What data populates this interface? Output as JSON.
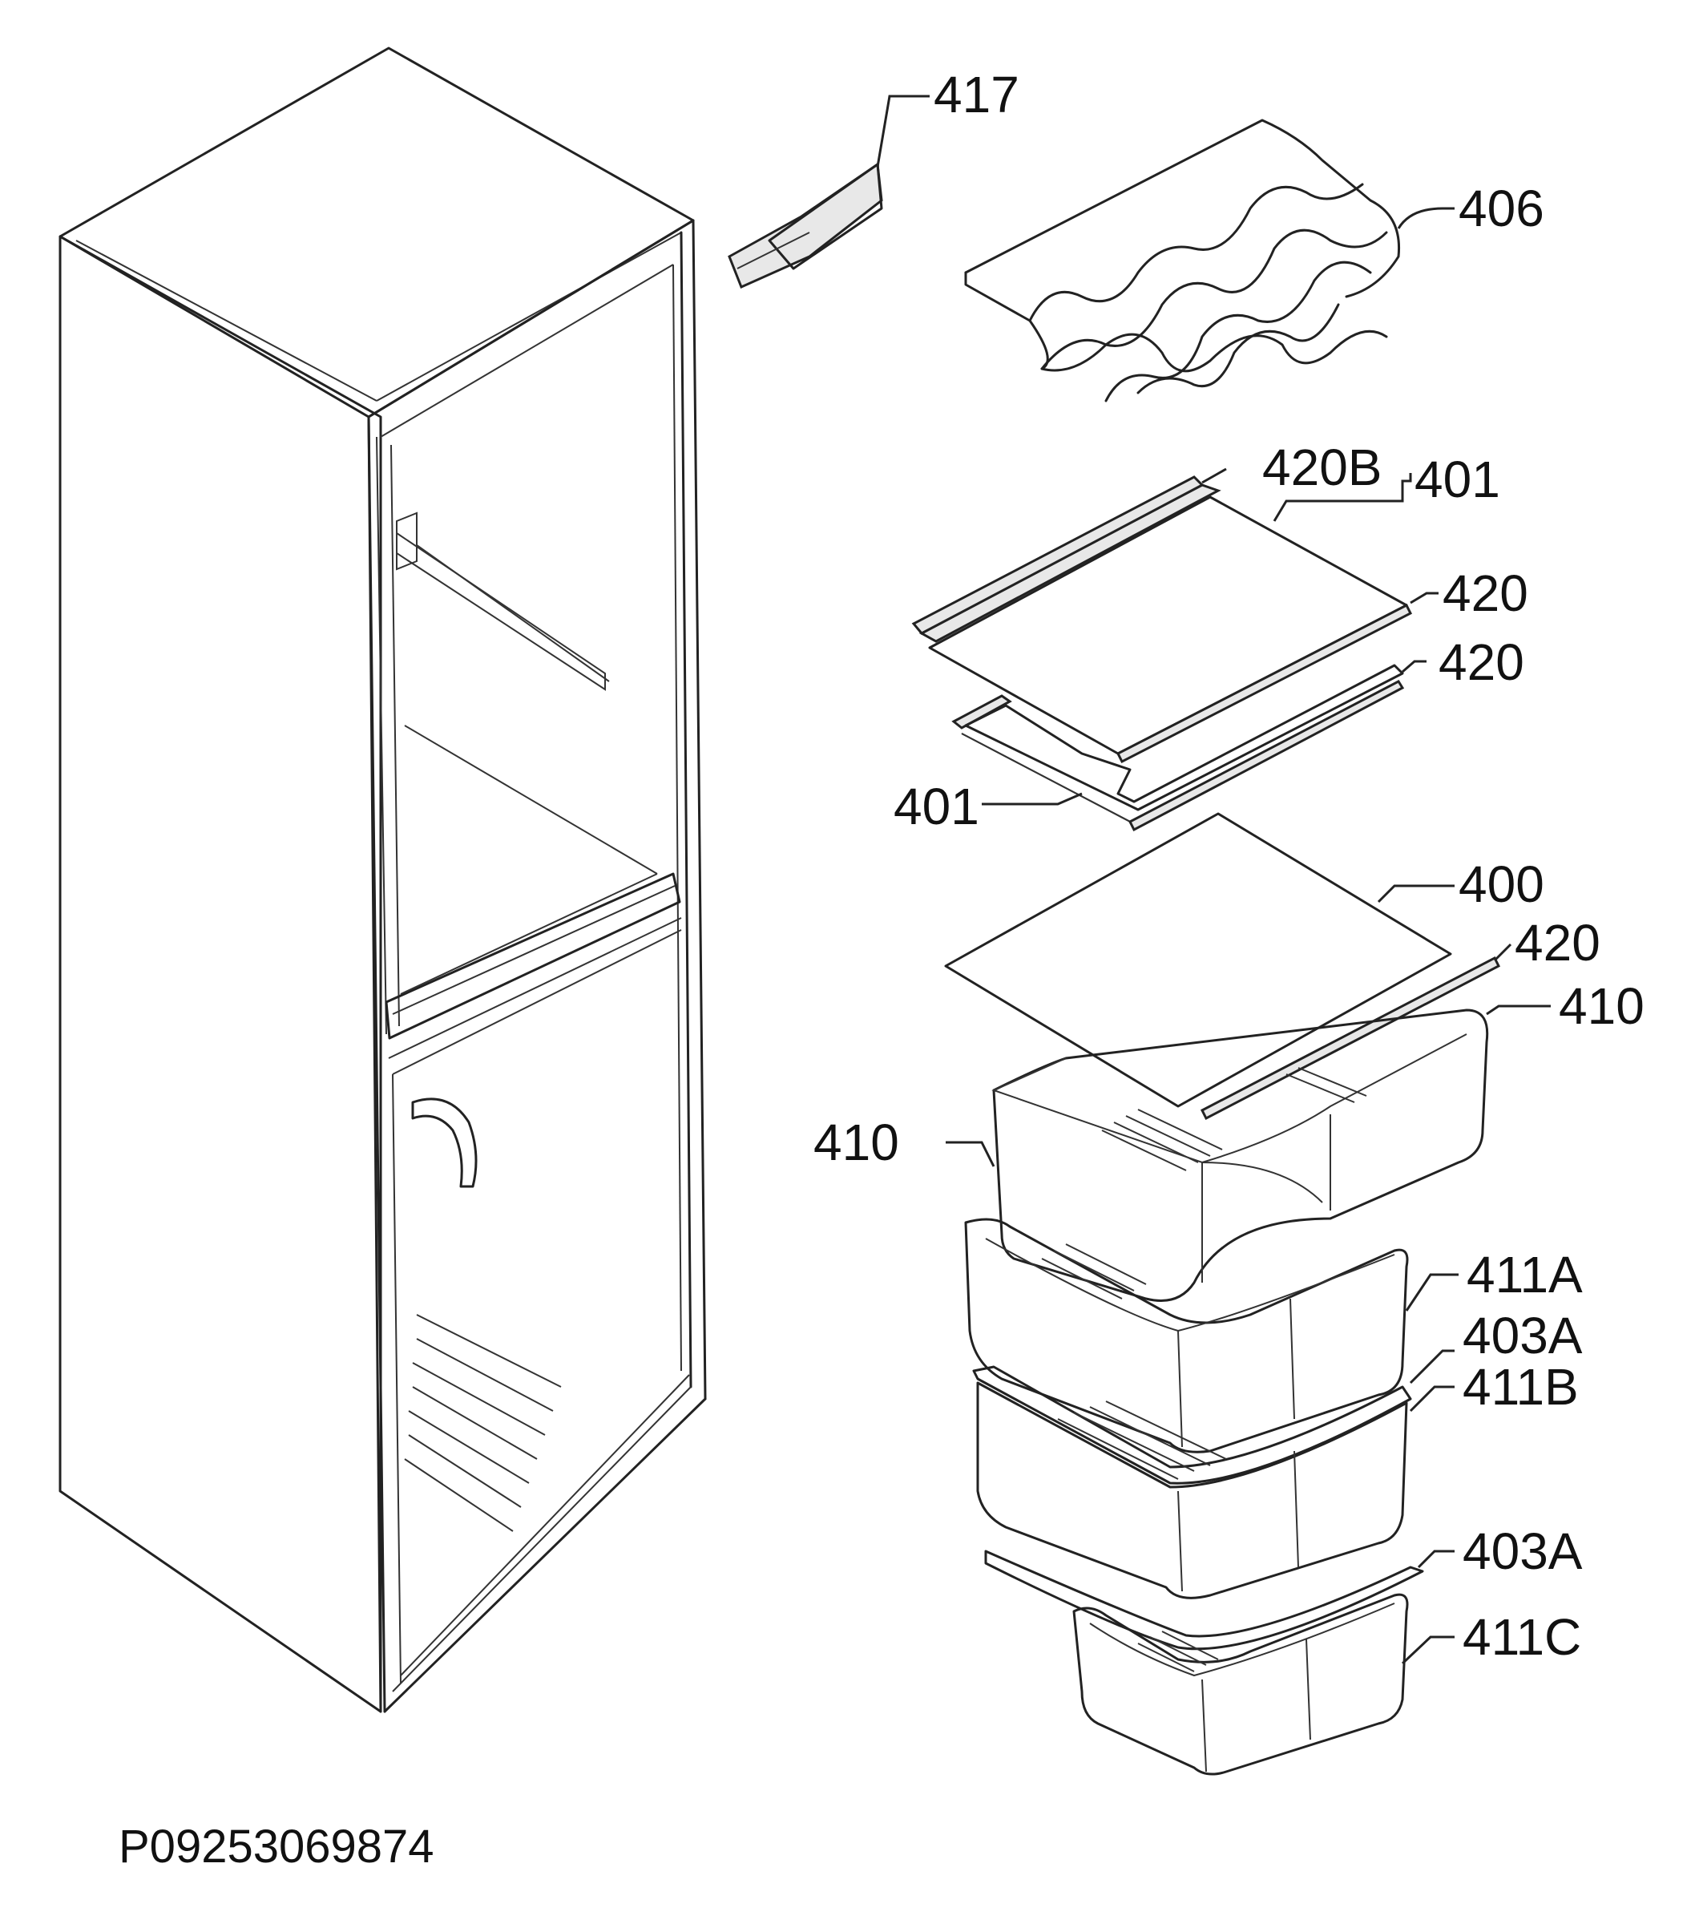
{
  "labels": {
    "l417": "417",
    "l406": "406",
    "l420b": "420B",
    "l401_top": "401",
    "l420_1": "420",
    "l420_2": "420",
    "l401_mid": "401",
    "l400": "400",
    "l420_3": "420",
    "l410_right": "410",
    "l410_left": "410",
    "l411a": "411A",
    "l403a_1": "403A",
    "l411b": "411B",
    "l403a_2": "403A",
    "l411c": "411C"
  },
  "diagram_code": "P09253069874"
}
